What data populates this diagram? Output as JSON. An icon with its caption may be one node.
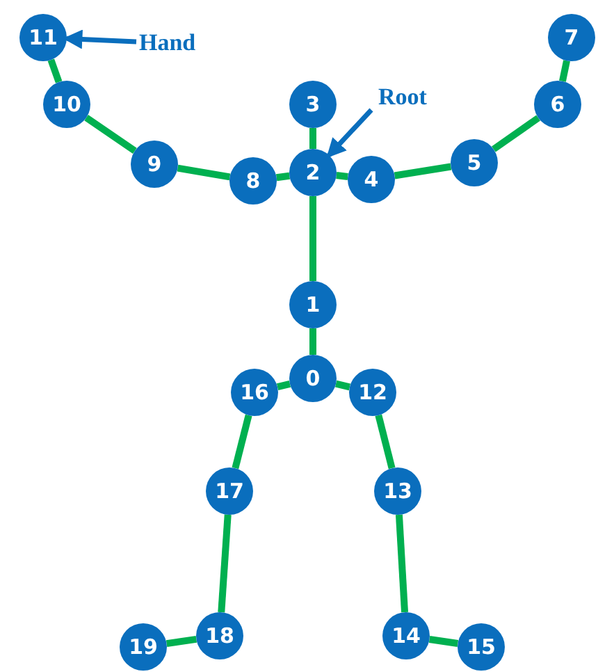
{
  "diagram": {
    "nodes": [
      {
        "text": [
          "0"
        ]
      },
      {
        "text": [
          "1"
        ]
      },
      {
        "text": [
          "2"
        ]
      },
      {
        "text": [
          "3"
        ]
      },
      {
        "text": [
          "4"
        ]
      },
      {
        "text": [
          "5"
        ]
      },
      {
        "text": [
          "6"
        ]
      },
      {
        "text": [
          "7"
        ]
      },
      {
        "text": [
          "8"
        ]
      },
      {
        "text": [
          "9"
        ]
      },
      {
        "text": [
          "10"
        ]
      },
      {
        "text": [
          "11"
        ]
      },
      {
        "text": [
          "12"
        ]
      },
      {
        "text": [
          "13"
        ]
      },
      {
        "text": [
          "14"
        ]
      },
      {
        "text": [
          "15"
        ]
      },
      {
        "text": [
          "16"
        ]
      },
      {
        "text": [
          "17"
        ]
      },
      {
        "text": [
          "18"
        ]
      },
      {
        "text": [
          "19"
        ]
      },
      {
        "text": [
          "Hand"
        ]
      },
      {
        "text": [
          "Root"
        ]
      }
    ],
    "edges": [
      {
        "from": 3,
        "to": 2,
        "arrow": "none"
      },
      {
        "from": 2,
        "to": 8,
        "arrow": "none"
      },
      {
        "from": 8,
        "to": 9,
        "arrow": "none"
      },
      {
        "from": 9,
        "to": 10,
        "arrow": "none"
      },
      {
        "from": 10,
        "to": 11,
        "arrow": "none"
      },
      {
        "from": 2,
        "to": 4,
        "arrow": "none"
      },
      {
        "from": 4,
        "to": 5,
        "arrow": "none"
      },
      {
        "from": 5,
        "to": 6,
        "arrow": "none"
      },
      {
        "from": 6,
        "to": 7,
        "arrow": "none"
      },
      {
        "from": 2,
        "to": 1,
        "arrow": "none"
      },
      {
        "from": 1,
        "to": 0,
        "arrow": "none"
      },
      {
        "from": 0,
        "to": 16,
        "arrow": "none"
      },
      {
        "from": 16,
        "to": 17,
        "arrow": "none"
      },
      {
        "from": 17,
        "to": 18,
        "arrow": "none"
      },
      {
        "from": 18,
        "to": 19,
        "arrow": "none"
      },
      {
        "from": 0,
        "to": 12,
        "arrow": "none"
      },
      {
        "from": 12,
        "to": 13,
        "arrow": "none"
      },
      {
        "from": 13,
        "to": 14,
        "arrow": "none"
      },
      {
        "from": 14,
        "to": 15,
        "arrow": "none"
      },
      {
        "from": 20,
        "to": 11,
        "arrow": "to",
        "color": "#0a6ebd"
      },
      {
        "from": 21,
        "to": 2,
        "arrow": "to",
        "color": "#0a6ebd"
      }
    ]
  }
}
